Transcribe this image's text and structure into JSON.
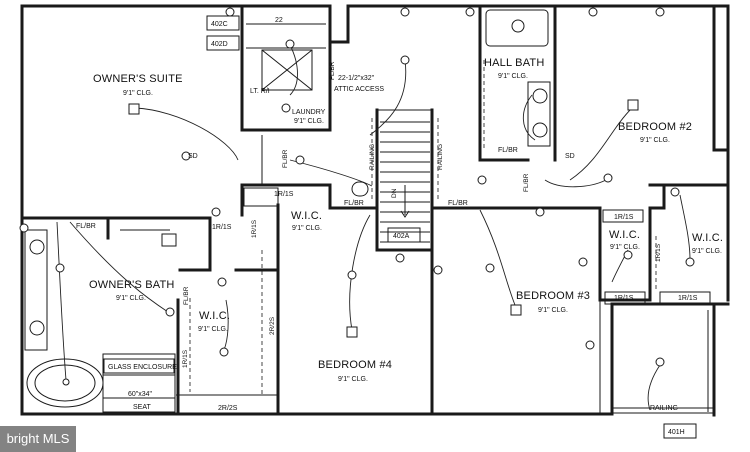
{
  "rooms": {
    "owners_suite": {
      "name": "OWNER'S SUITE",
      "ceiling": "9'1\" CLG."
    },
    "owners_bath": {
      "name": "OWNER'S BATH",
      "ceiling": "9'1\" CLG."
    },
    "laundry": {
      "name": "LAUNDRY",
      "ceiling": "9'1\" CLG."
    },
    "hall_bath": {
      "name": "HALL BATH",
      "ceiling": "9'1\" CLG."
    },
    "bedroom2": {
      "name": "BEDROOM #2",
      "ceiling": "9'1\" CLG."
    },
    "bedroom3": {
      "name": "BEDROOM #3",
      "ceiling": "9'1\" CLG."
    },
    "bedroom4": {
      "name": "BEDROOM #4",
      "ceiling": "9'1\" CLG."
    },
    "wic_center": {
      "name": "W.I.C.",
      "ceiling": "9'1\" CLG."
    },
    "wic_bath": {
      "name": "W.I.C.",
      "ceiling": "9'1\" CLG."
    },
    "wic_right1": {
      "name": "W.I.C.",
      "ceiling": "9'1\" CLG."
    },
    "wic_right2": {
      "name": "W.I.C.",
      "ceiling": "9'1\" CLG."
    }
  },
  "labels": {
    "lt_ri": "LT. R/I",
    "attic_access_size": "22-1/2\"x32\"",
    "attic_access": "ATTIC ACCESS",
    "railing_left": "RAILING",
    "railing_right": "RAILING",
    "railing_bottom": "RAILING",
    "glass_enclosure": "GLASS ENCLOSURE",
    "shower_size": "60\"x34\"",
    "seat": "SEAT",
    "dn": "DN",
    "sd": "SD",
    "fl_br": "FL/BR",
    "r_1s": "1R/1S",
    "r_2s": "2R/2S",
    "num_22": "22"
  },
  "tags": {
    "t402c": "402C",
    "t402d": "402D",
    "t402a": "402A",
    "t401h": "401H"
  },
  "watermark": "bright MLS"
}
